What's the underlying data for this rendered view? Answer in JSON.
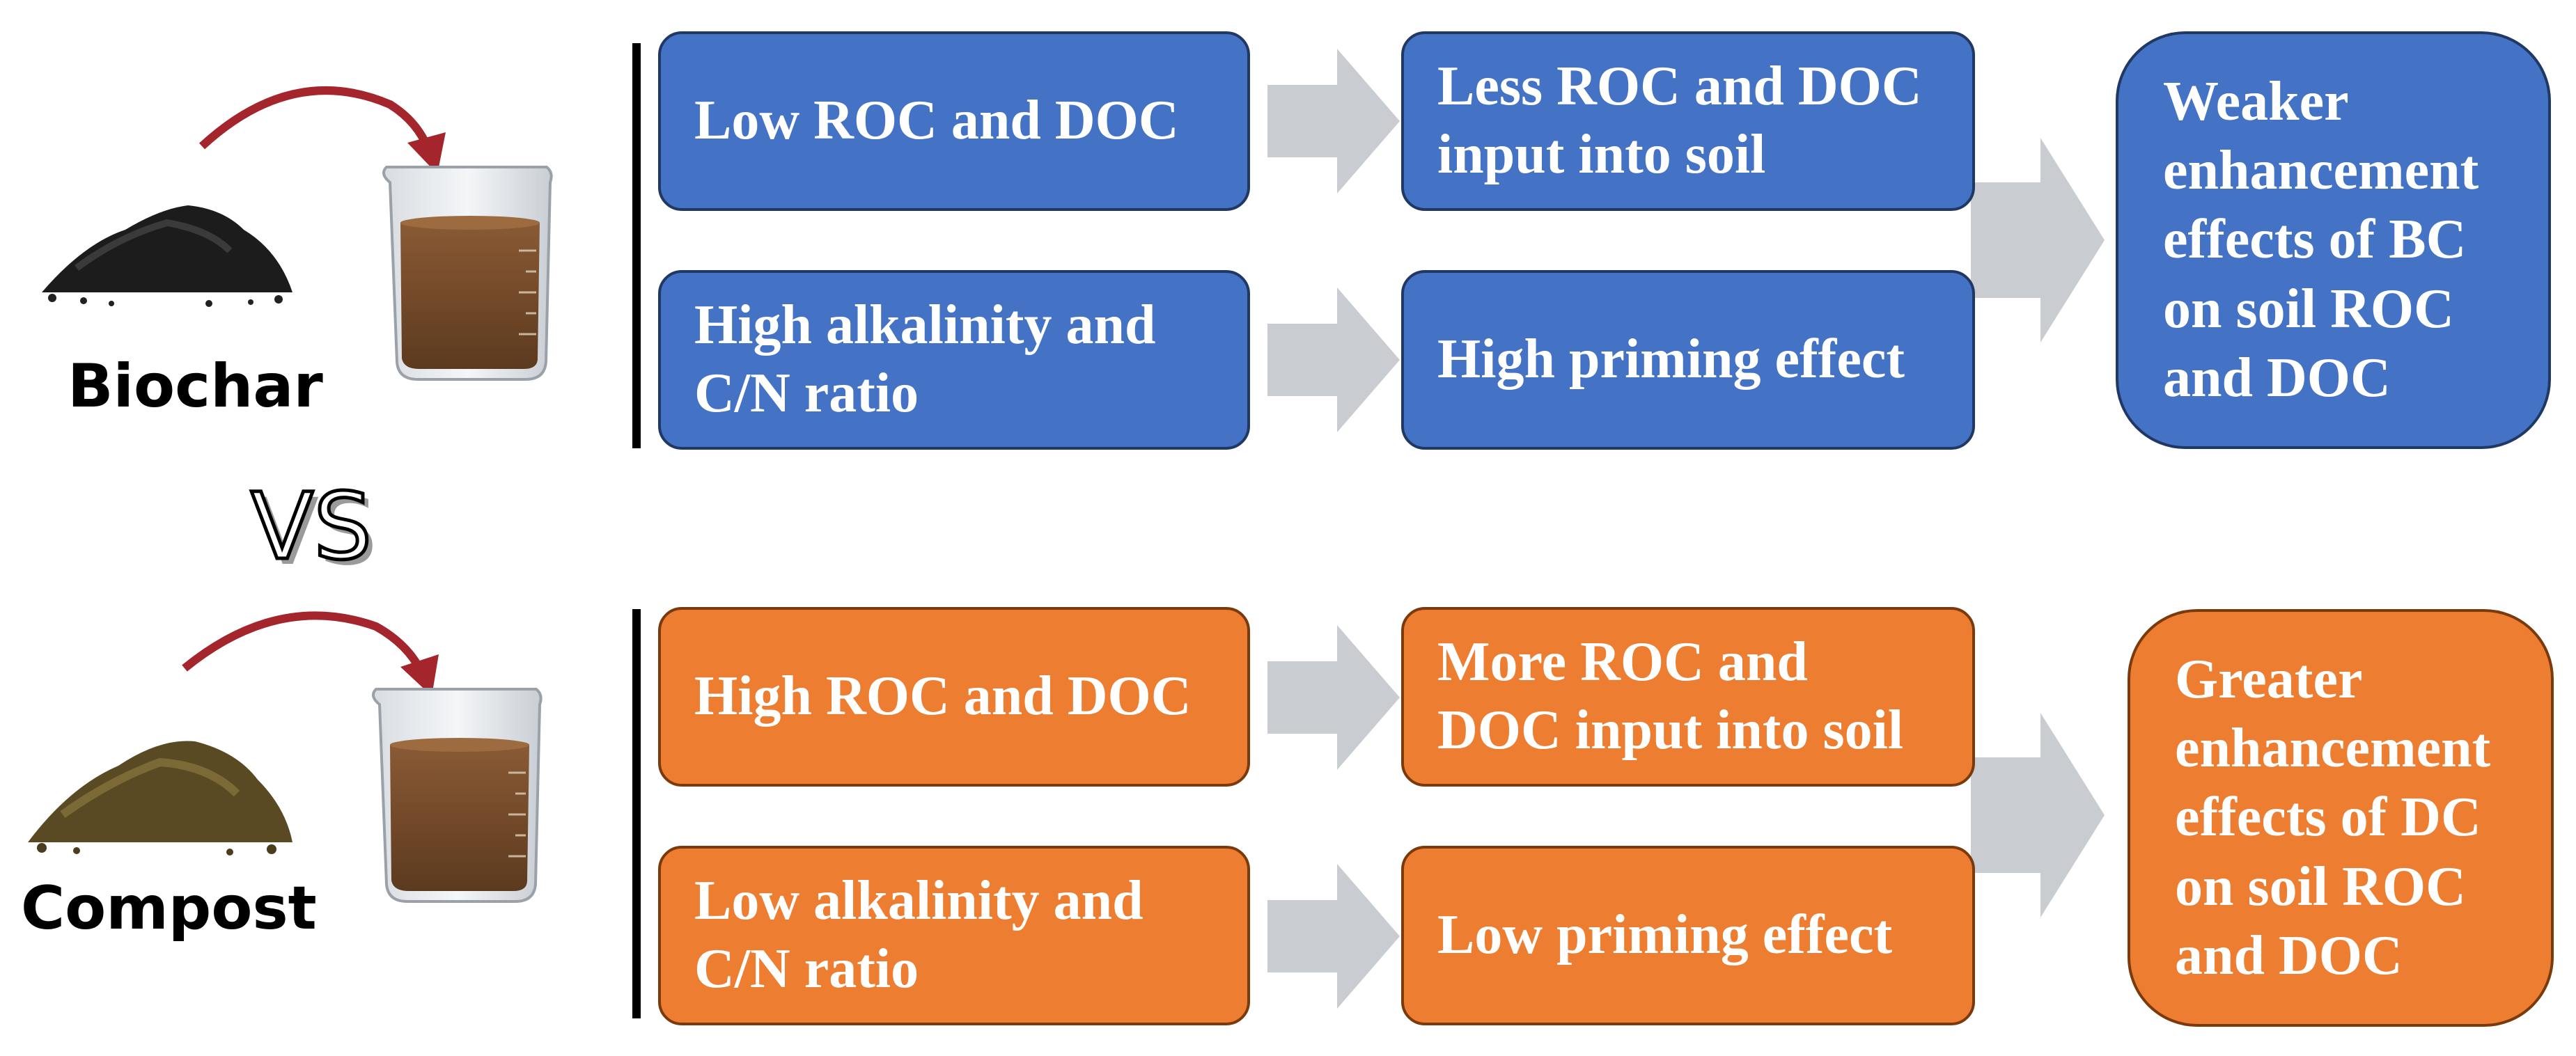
{
  "left": {
    "biochar_label": "Biochar",
    "vs_label": "VS",
    "compost_label": "Compost"
  },
  "biochar_row": {
    "cause_1": "Low ROC and DOC",
    "cause_2": "High alkalinity and\nC/N ratio",
    "effect_1": "Less ROC and DOC\ninput into soil",
    "effect_2": "High priming effect",
    "result": "Weaker\nenhancement\neffects of BC\non soil ROC\nand DOC"
  },
  "compost_row": {
    "cause_1": "High ROC and DOC",
    "cause_2": "Low alkalinity and\nC/N ratio",
    "effect_1": "More ROC and\nDOC input into soil",
    "effect_2": "Low priming effect",
    "result": "Greater\nenhancement\neffects of DC\non soil ROC\nand DOC"
  },
  "colors": {
    "biochar_box": "#4472C4",
    "compost_box": "#ED7D31",
    "arrow": "#C9CCD1",
    "curve_arrow": "#A4262C"
  }
}
